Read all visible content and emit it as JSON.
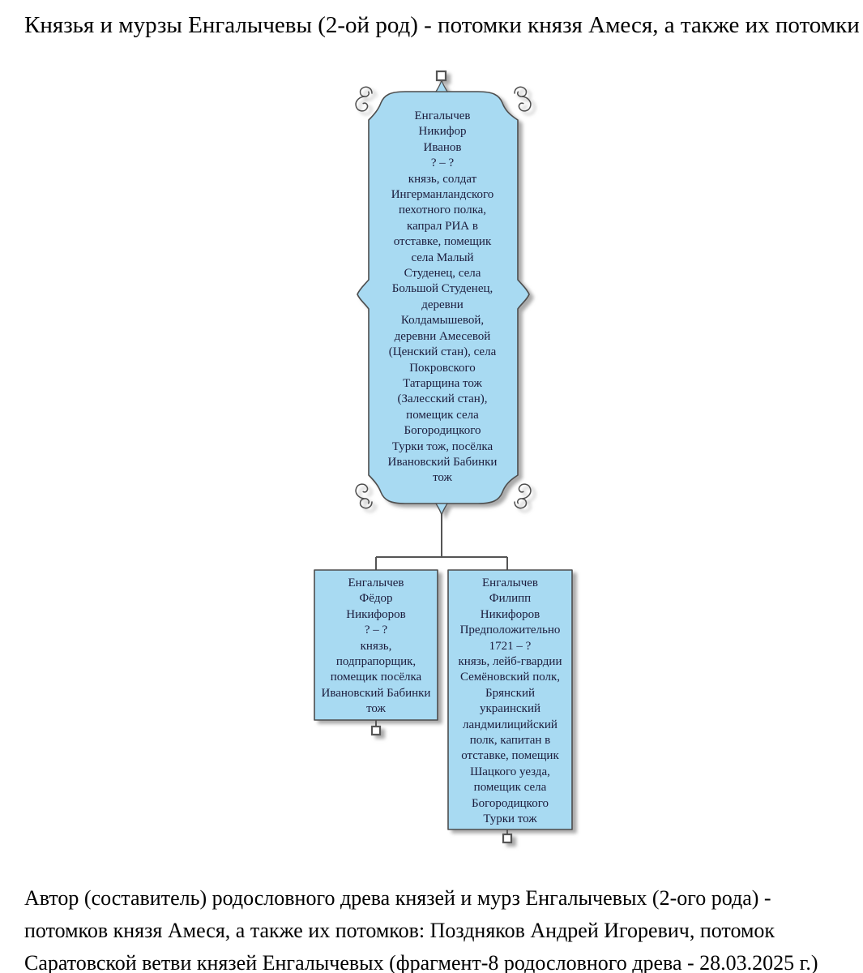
{
  "title": "Князья и мурзы Енгалычевы (2-ой род) - потомки князя Амеся, а также их потомки",
  "colors": {
    "box_fill": "#a8daf2",
    "box_border": "#4d4d4d",
    "line_color": "#555555",
    "text_color": "#1c1c3c",
    "background": "#ffffff"
  },
  "tree": {
    "persons": [
      {
        "name": "Енгалычев\nНикифор\nИванов",
        "dates": "? – ?",
        "description": "князь, солдат\nИнгерманландского\nпехотного полка,\nкапрал РИА в\nотставке, помещик\nсела Малый\nСтуденец, села\nБольшой Студенец,\nдеревни\nКолдамышевой,\nдеревни Амесевой\n(Ценский стан), села\nПокровского\nТатарщина тож\n(Залесский стан),\nпомещик села\nБогородицкого\nТурки тож, посёлка\nИвановский Бабинки\nтож"
      },
      {
        "name": "Енгалычев\nФёдор\nНикифоров",
        "dates": "? – ?",
        "description": "князь,\nподпрапорщик,\nпомещик посёлка\nИвановский Бабинки\nтож"
      },
      {
        "name": "Енгалычев\nФилипп\nНикифоров",
        "dates": "Предположительно\n1721 – ?",
        "description": "князь, лейб-гвардии\nСемёновский полк,\nБрянский\nукраинский\nландмилицийский\nполк, капитан в\nотставке, помещик\nШацкого уезда,\nпомещик села\nБогородицкого\nТурки тож"
      }
    ]
  },
  "footer": "Автор (составитель) родословного древа князей и мурз Енгалычевых (2-ого рода) - потомков князя Амеся, а также их потомков: Поздняков Андрей Игоревич, потомок Саратовской ветви князей Енгалычевых (фрагмент-8 родословного древа - 28.03.2025 г.)"
}
